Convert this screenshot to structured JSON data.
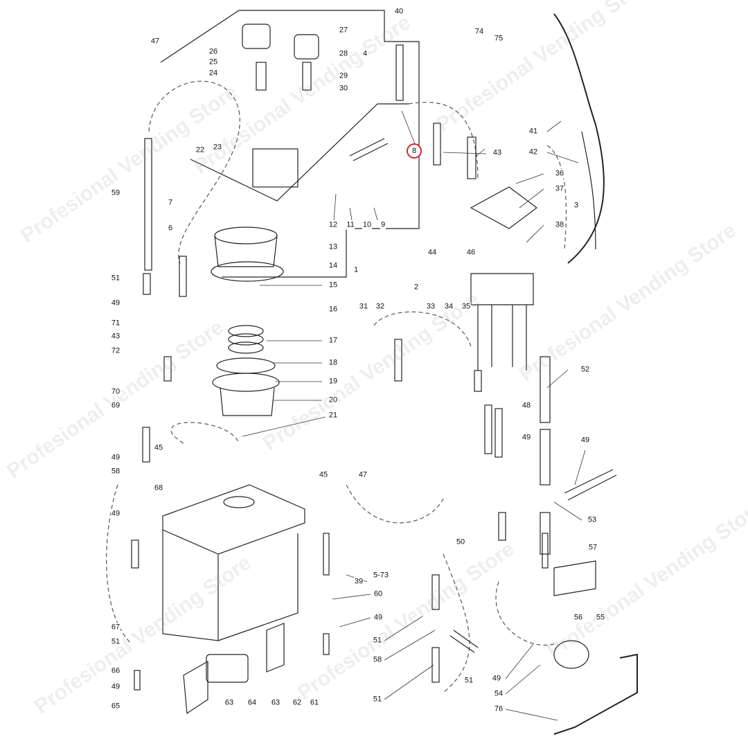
{
  "diagram": {
    "title": "Exploded parts diagram - boiler, pump and tubing assembly",
    "watermark": "Profesional Vending Store",
    "highlight_color": "#d8232a",
    "highlighted_part": "8",
    "callouts": [
      "47",
      "26",
      "25",
      "24",
      "27",
      "28",
      "29",
      "30",
      "4",
      "40",
      "74",
      "75",
      "41",
      "42",
      "43",
      "8",
      "22",
      "23",
      "59",
      "7",
      "6",
      "12",
      "11",
      "10",
      "9",
      "13",
      "14",
      "15",
      "1",
      "16",
      "17",
      "18",
      "19",
      "20",
      "21",
      "36",
      "37",
      "3",
      "38",
      "44",
      "46",
      "51",
      "49",
      "71",
      "43",
      "72",
      "70",
      "69",
      "2",
      "31",
      "32",
      "33",
      "34",
      "35",
      "52",
      "48",
      "49",
      "49",
      "45",
      "49",
      "58",
      "68",
      "49",
      "45",
      "47",
      "53",
      "50",
      "57",
      "5-73",
      "39",
      "60",
      "49",
      "67",
      "51",
      "56",
      "55",
      "51",
      "58",
      "51",
      "49",
      "54",
      "76",
      "51",
      "66",
      "49",
      "65",
      "63",
      "64",
      "63",
      "62",
      "61"
    ]
  }
}
